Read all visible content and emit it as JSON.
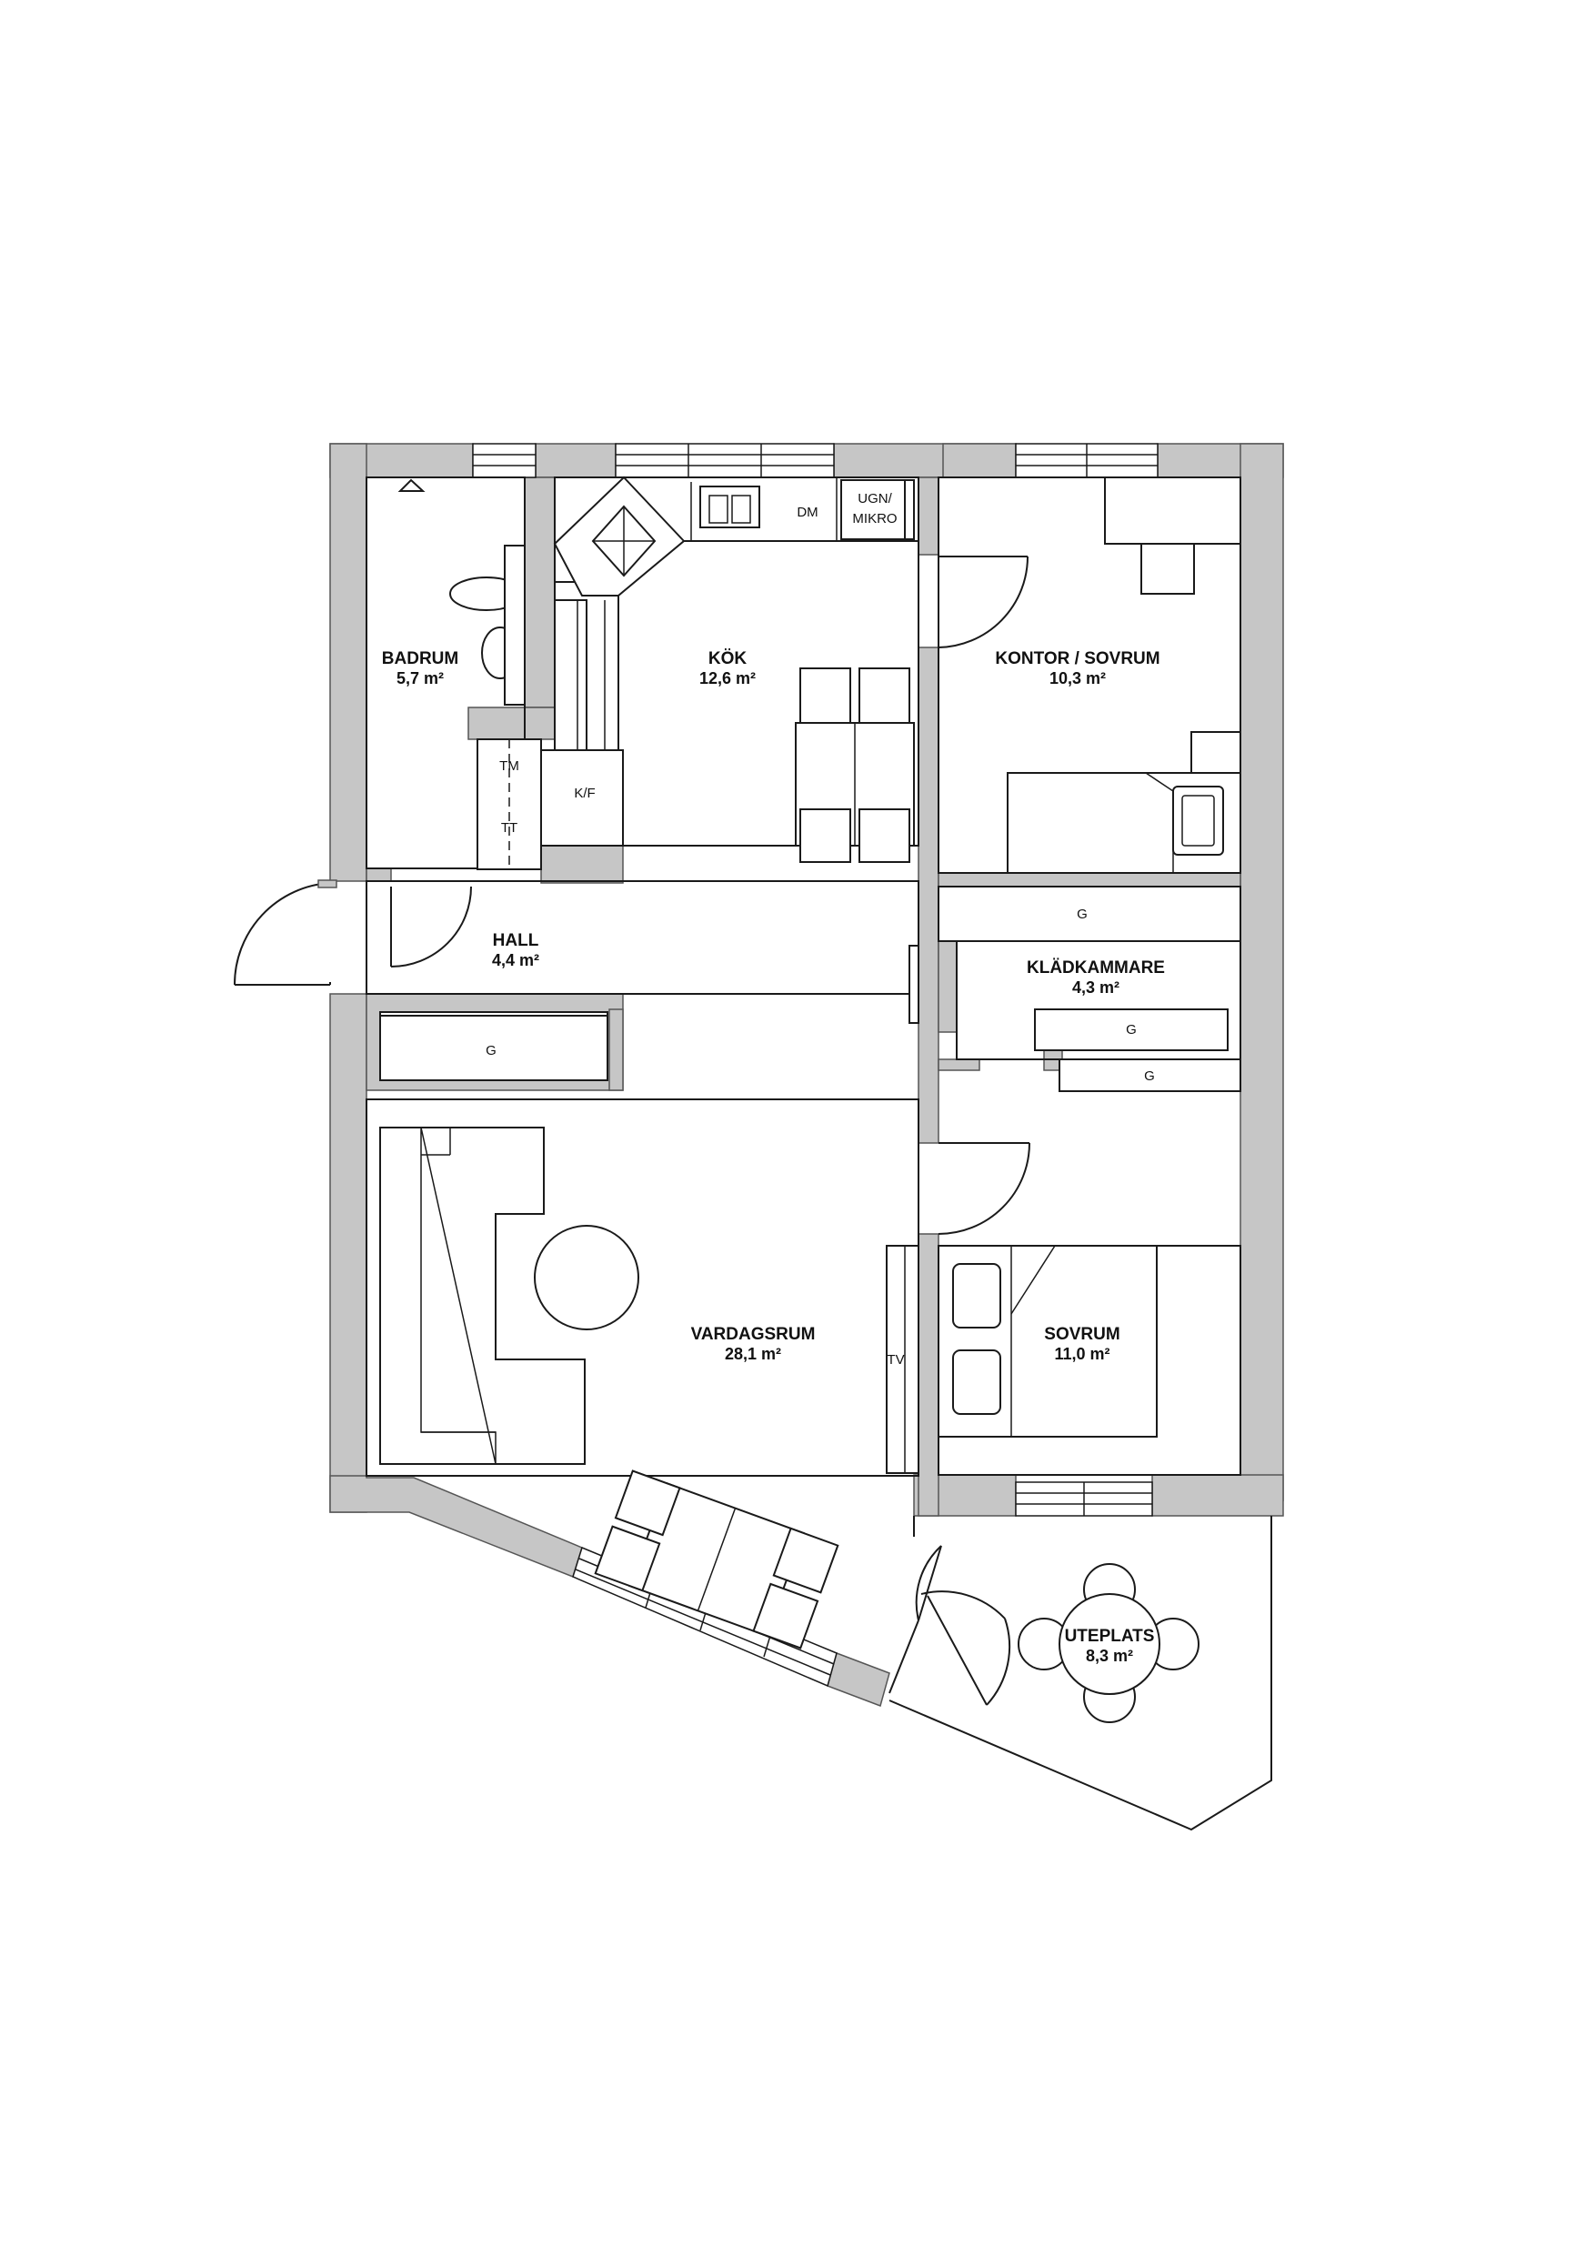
{
  "rooms": {
    "badrum": {
      "name": "BADRUM",
      "area": "5,7 m²"
    },
    "kok": {
      "name": "KÖK",
      "area": "12,6 m²"
    },
    "kontor": {
      "name": "KONTOR / SOVRUM",
      "area": "10,3 m²"
    },
    "hall": {
      "name": "HALL",
      "area": "4,4 m²"
    },
    "kladkammare": {
      "name": "KLÄDKAMMARE",
      "area": "4,3 m²"
    },
    "vardagsrum": {
      "name": "VARDAGSRUM",
      "area": "28,1 m²"
    },
    "sovrum": {
      "name": "SOVRUM",
      "area": "11,0 m²"
    },
    "uteplats": {
      "name": "UTEPLATS",
      "area": "8,3 m²"
    }
  },
  "fixtures": {
    "dishwasher": "DM",
    "oven_line1": "UGN/",
    "oven_line2": "MIKRO",
    "fridge": "K/F",
    "washer": "TM",
    "dryer": "TT",
    "wardrobe": "G",
    "tv": "TV"
  },
  "colors": {
    "wall": "#c6c6c6",
    "line": "#1a1a1a",
    "background": "#ffffff"
  }
}
